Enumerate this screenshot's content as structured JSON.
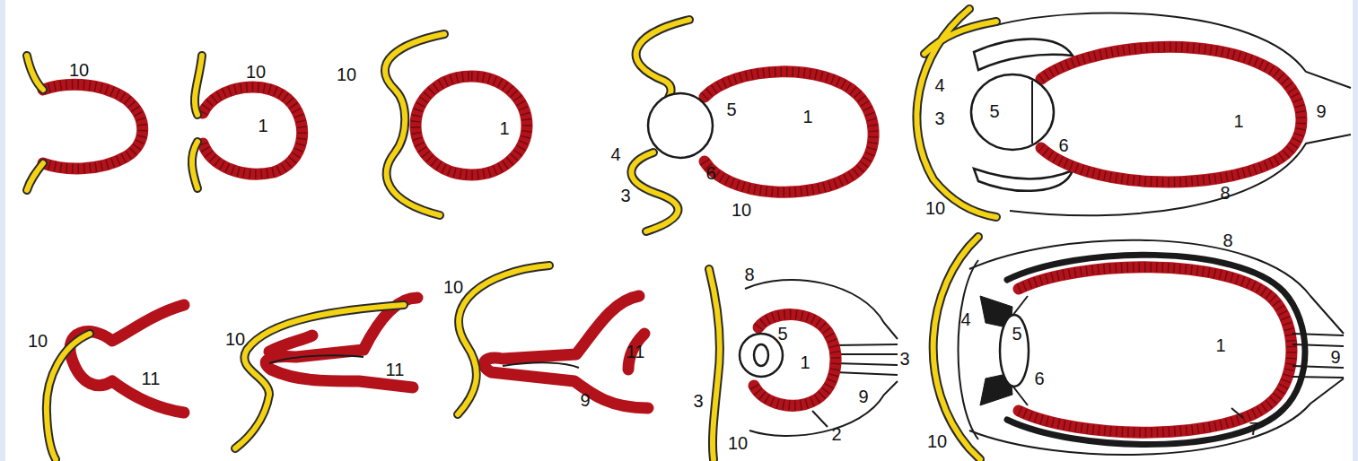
{
  "diagram": {
    "labels": [
      "10",
      "10",
      "1",
      "10",
      "1",
      "5",
      "1",
      "4",
      "6",
      "3",
      "10",
      "4",
      "3",
      "5",
      "1",
      "9",
      "6",
      "10",
      "8",
      "10",
      "11",
      "10",
      "11",
      "10",
      "11",
      "9",
      "8",
      "5",
      "1",
      "3",
      "9",
      "2",
      "10",
      "8",
      "3",
      "4",
      "1",
      "9",
      "5",
      "6",
      "7",
      "10"
    ]
  }
}
